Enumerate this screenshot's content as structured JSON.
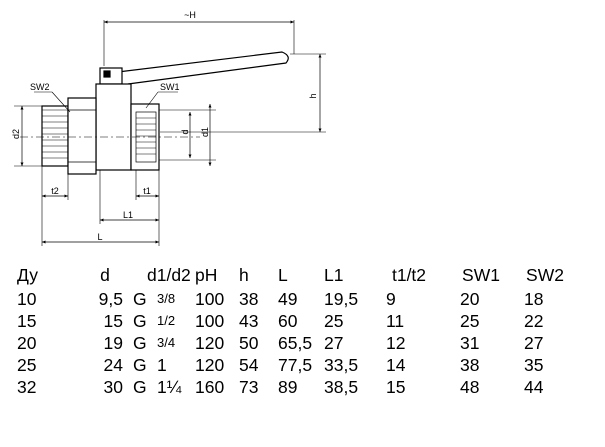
{
  "drawing_labels": {
    "H": "~H",
    "h": "h",
    "SW1": "SW1",
    "SW2": "SW2",
    "d": "d",
    "d1": "d1",
    "d2": "d2",
    "t1": "t1",
    "t2": "t2",
    "L1": "L1",
    "L": "L"
  },
  "table": {
    "headers": {
      "dn": "Ду",
      "d": "d",
      "d1d2": "d1/d2",
      "ph": "pH",
      "h": "h",
      "L": "L",
      "L1": "L1",
      "t1t2": "t1/t2",
      "sw1": "SW1",
      "sw2": "SW2"
    },
    "rows": [
      {
        "dn": "10",
        "d": "9,5",
        "g": "G",
        "frac": "3/8",
        "ph": "100",
        "h": "38",
        "L": "49",
        "L1": "19,5",
        "t": "9",
        "sw1": "20",
        "sw2": "18"
      },
      {
        "dn": "15",
        "d": "15",
        "g": "G",
        "frac": "1/2",
        "ph": "100",
        "h": "43",
        "L": "60",
        "L1": "25",
        "t": "11",
        "sw1": "25",
        "sw2": "22"
      },
      {
        "dn": "20",
        "d": "19",
        "g": "G",
        "frac": "3/4",
        "ph": "120",
        "h": "50",
        "L": "65,5",
        "L1": "27",
        "t": "12",
        "sw1": "31",
        "sw2": "27"
      },
      {
        "dn": "25",
        "d": "24",
        "g": "G",
        "frac": "1",
        "ph": "120",
        "h": "54",
        "L": "77,5",
        "L1": "33,5",
        "t": "14",
        "sw1": "38",
        "sw2": "35"
      },
      {
        "dn": "32",
        "d": "30",
        "g": "G",
        "frac": "1¼",
        "ph": "160",
        "h": "73",
        "L": "89",
        "L1": "38,5",
        "t": "15",
        "sw1": "48",
        "sw2": "44"
      }
    ]
  }
}
